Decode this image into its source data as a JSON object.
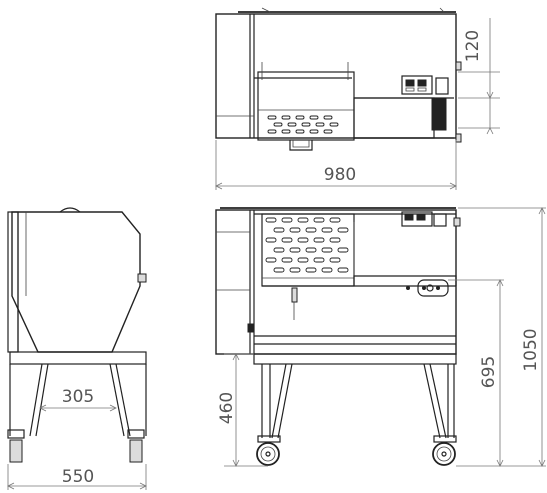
{
  "dimensions": {
    "top_height": "120",
    "top_width": "980",
    "front_width": "550",
    "front_inner": "305",
    "side_leg_height": "460",
    "side_mid_height": "695",
    "side_total_height": "1050"
  }
}
